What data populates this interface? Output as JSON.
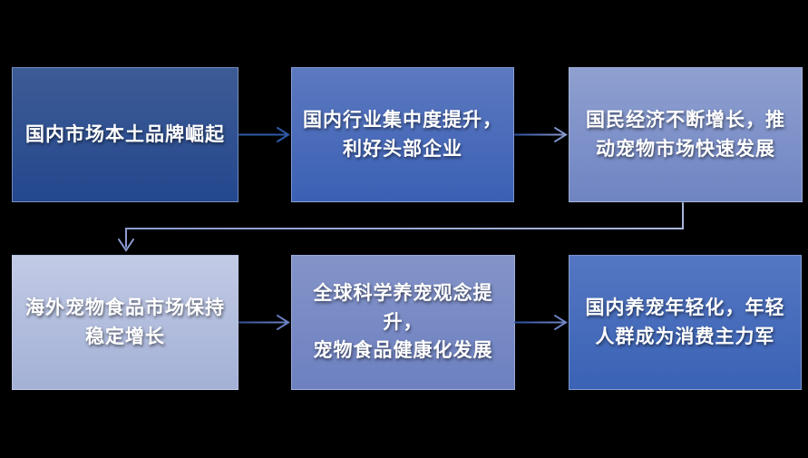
{
  "diagram": {
    "background": "#000000",
    "text_color": "#FFFFFF",
    "box_border": "rgba(200,212,238,0.45)",
    "boxes": [
      {
        "id": "domestic-brands-rise",
        "text": "国内市场本土品牌崛起",
        "color_top": "#3D5B95",
        "color_bottom": "#24488E"
      },
      {
        "id": "industry-concentration",
        "text": "国内行业集中度提升，\n利好头部企业",
        "color_top": "#5C79C0",
        "color_bottom": "#3B60B4"
      },
      {
        "id": "national-economy-growth",
        "text": "国民经济不断增长，推\n动宠物市场快速发展",
        "color_top": "#8FA0D0",
        "color_bottom": "#6F84C2"
      },
      {
        "id": "overseas-petfood-market",
        "text": "海外宠物食品市场保持\n稳定增长",
        "color_top": "#C2CAE5",
        "color_bottom": "#A3B1D6"
      },
      {
        "id": "scientific-pet-care",
        "text": "全球科学养宠观念提升，\n宠物食品健康化发展",
        "color_top": "#8494C9",
        "color_bottom": "#6D80C0"
      },
      {
        "id": "young-consumer-group",
        "text": "国内养宠年轻化，年轻\n人群成为消费主力军",
        "color_top": "#5577C2",
        "color_bottom": "#3A62B5"
      }
    ],
    "connectors": [
      {
        "name": "arrow-box1-to-box2",
        "color_start": "#2E5AA8",
        "color_end": "#2E5AA8"
      },
      {
        "name": "arrow-box2-to-box3",
        "color_start": "#2B4F9E",
        "color_end": "#8A9BCE"
      },
      {
        "name": "elbow-box3-to-box4",
        "color_start": "#AAB6DC",
        "color_end": "#8C9CD0"
      },
      {
        "name": "arrow-box4-to-box5",
        "color_start": "#35549A",
        "color_end": "#6E83C2"
      },
      {
        "name": "arrow-box5-to-box6",
        "color_start": "#2B4F9E",
        "color_end": "#7288C6"
      }
    ]
  }
}
